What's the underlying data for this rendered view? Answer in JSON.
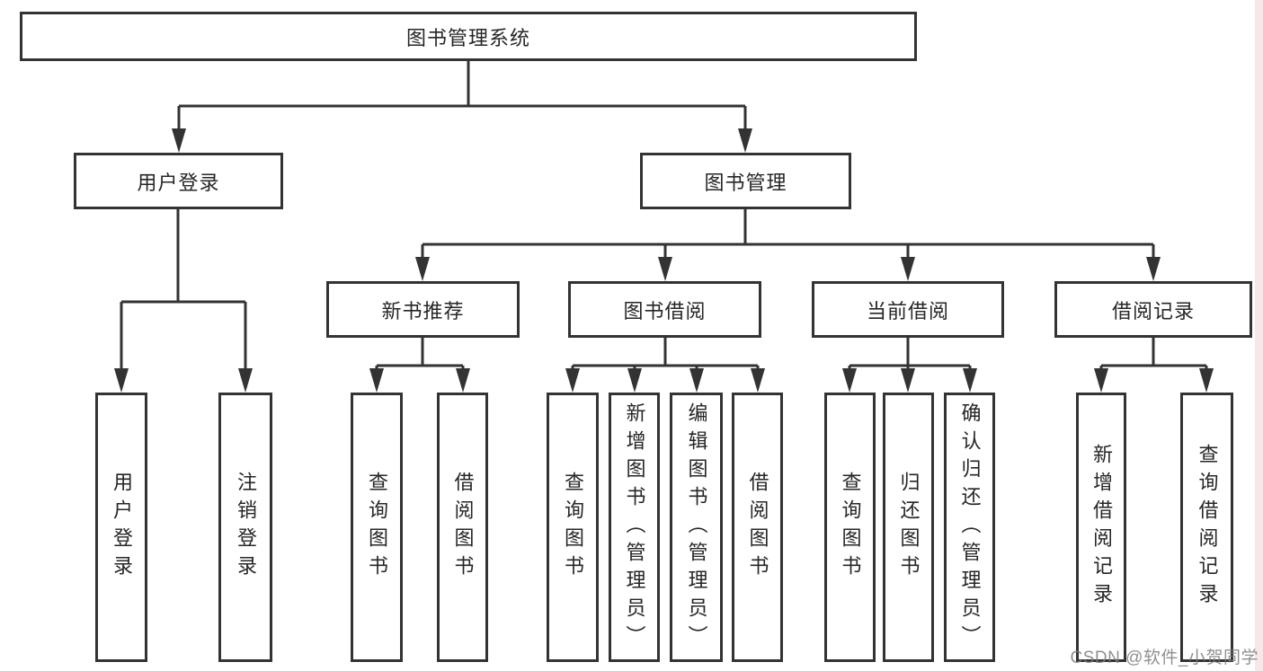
{
  "colors": {
    "line": "#333333",
    "text": "#262626",
    "background": "#ffffff",
    "watermark": "#7d7d7d",
    "right_strip": "#f9e7e7"
  },
  "tree": {
    "root": {
      "label": "图书管理系统"
    },
    "branches": [
      {
        "label": "用户登录",
        "children": [
          {
            "label": "用户登录"
          },
          {
            "label": "注销登录"
          }
        ]
      },
      {
        "label": "图书管理",
        "children": [
          {
            "label": "新书推荐",
            "children": [
              {
                "label": "查询图书"
              },
              {
                "label": "借阅图书"
              }
            ]
          },
          {
            "label": "图书借阅",
            "children": [
              {
                "label": "查询图书"
              },
              {
                "label": "新增图书（管理员）"
              },
              {
                "label": "编辑图书（管理员）"
              },
              {
                "label": "借阅图书"
              }
            ]
          },
          {
            "label": "当前借阅",
            "children": [
              {
                "label": "查询图书"
              },
              {
                "label": "归还图书"
              },
              {
                "label": "确认归还（管理员）"
              }
            ]
          },
          {
            "label": "借阅记录",
            "children": [
              {
                "label": "新增借阅记录"
              },
              {
                "label": "查询借阅记录"
              }
            ]
          }
        ]
      }
    ]
  },
  "watermark": {
    "label": "CSDN @软件_小贺同学"
  }
}
